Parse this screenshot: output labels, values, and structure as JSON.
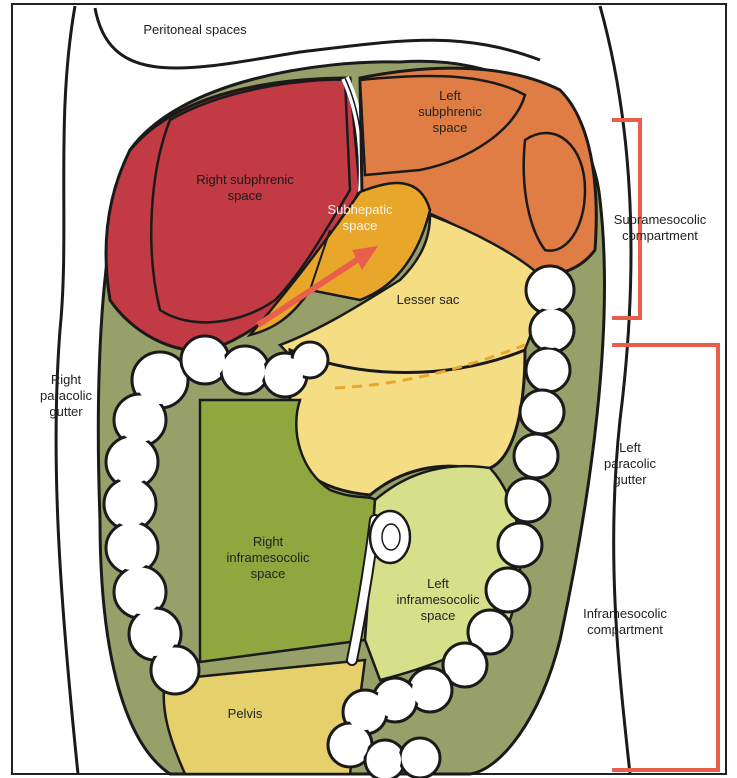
{
  "diagram": {
    "title": "Peritoneal spaces",
    "labels": {
      "right_subphrenic": "Right subphrenic\nspace",
      "left_subphrenic": "Left\nsubphrenic\nspace",
      "subhepatic": "Subhepatic\nspace",
      "lesser_sac": "Lesser sac",
      "supramesocolic": "Supramesocolic\ncompartment",
      "right_paracolic": "Right\nparacolic\ngutter",
      "left_paracolic": "Left\nparacolic\ngutter",
      "right_inframesocolic": "Right\ninframesocolic\nspace",
      "left_inframesocolic": "Left\ninframesocolic\nspace",
      "inframesocolic": "Inframesocolic\ncompartment",
      "pelvis": "Pelvis"
    },
    "colors": {
      "right_subphrenic": "#c23b44",
      "left_subphrenic": "#e07d45",
      "subhepatic": "#e8a72a",
      "lesser_sac": "#f5dd84",
      "right_inframesocolic": "#8ea73e",
      "left_inframesocolic": "#d6e08a",
      "left_paracolic": "#98a06a",
      "pelvis": "#e6d06c",
      "bracket": "#e8604c",
      "outline": "#1a1a1a"
    }
  }
}
